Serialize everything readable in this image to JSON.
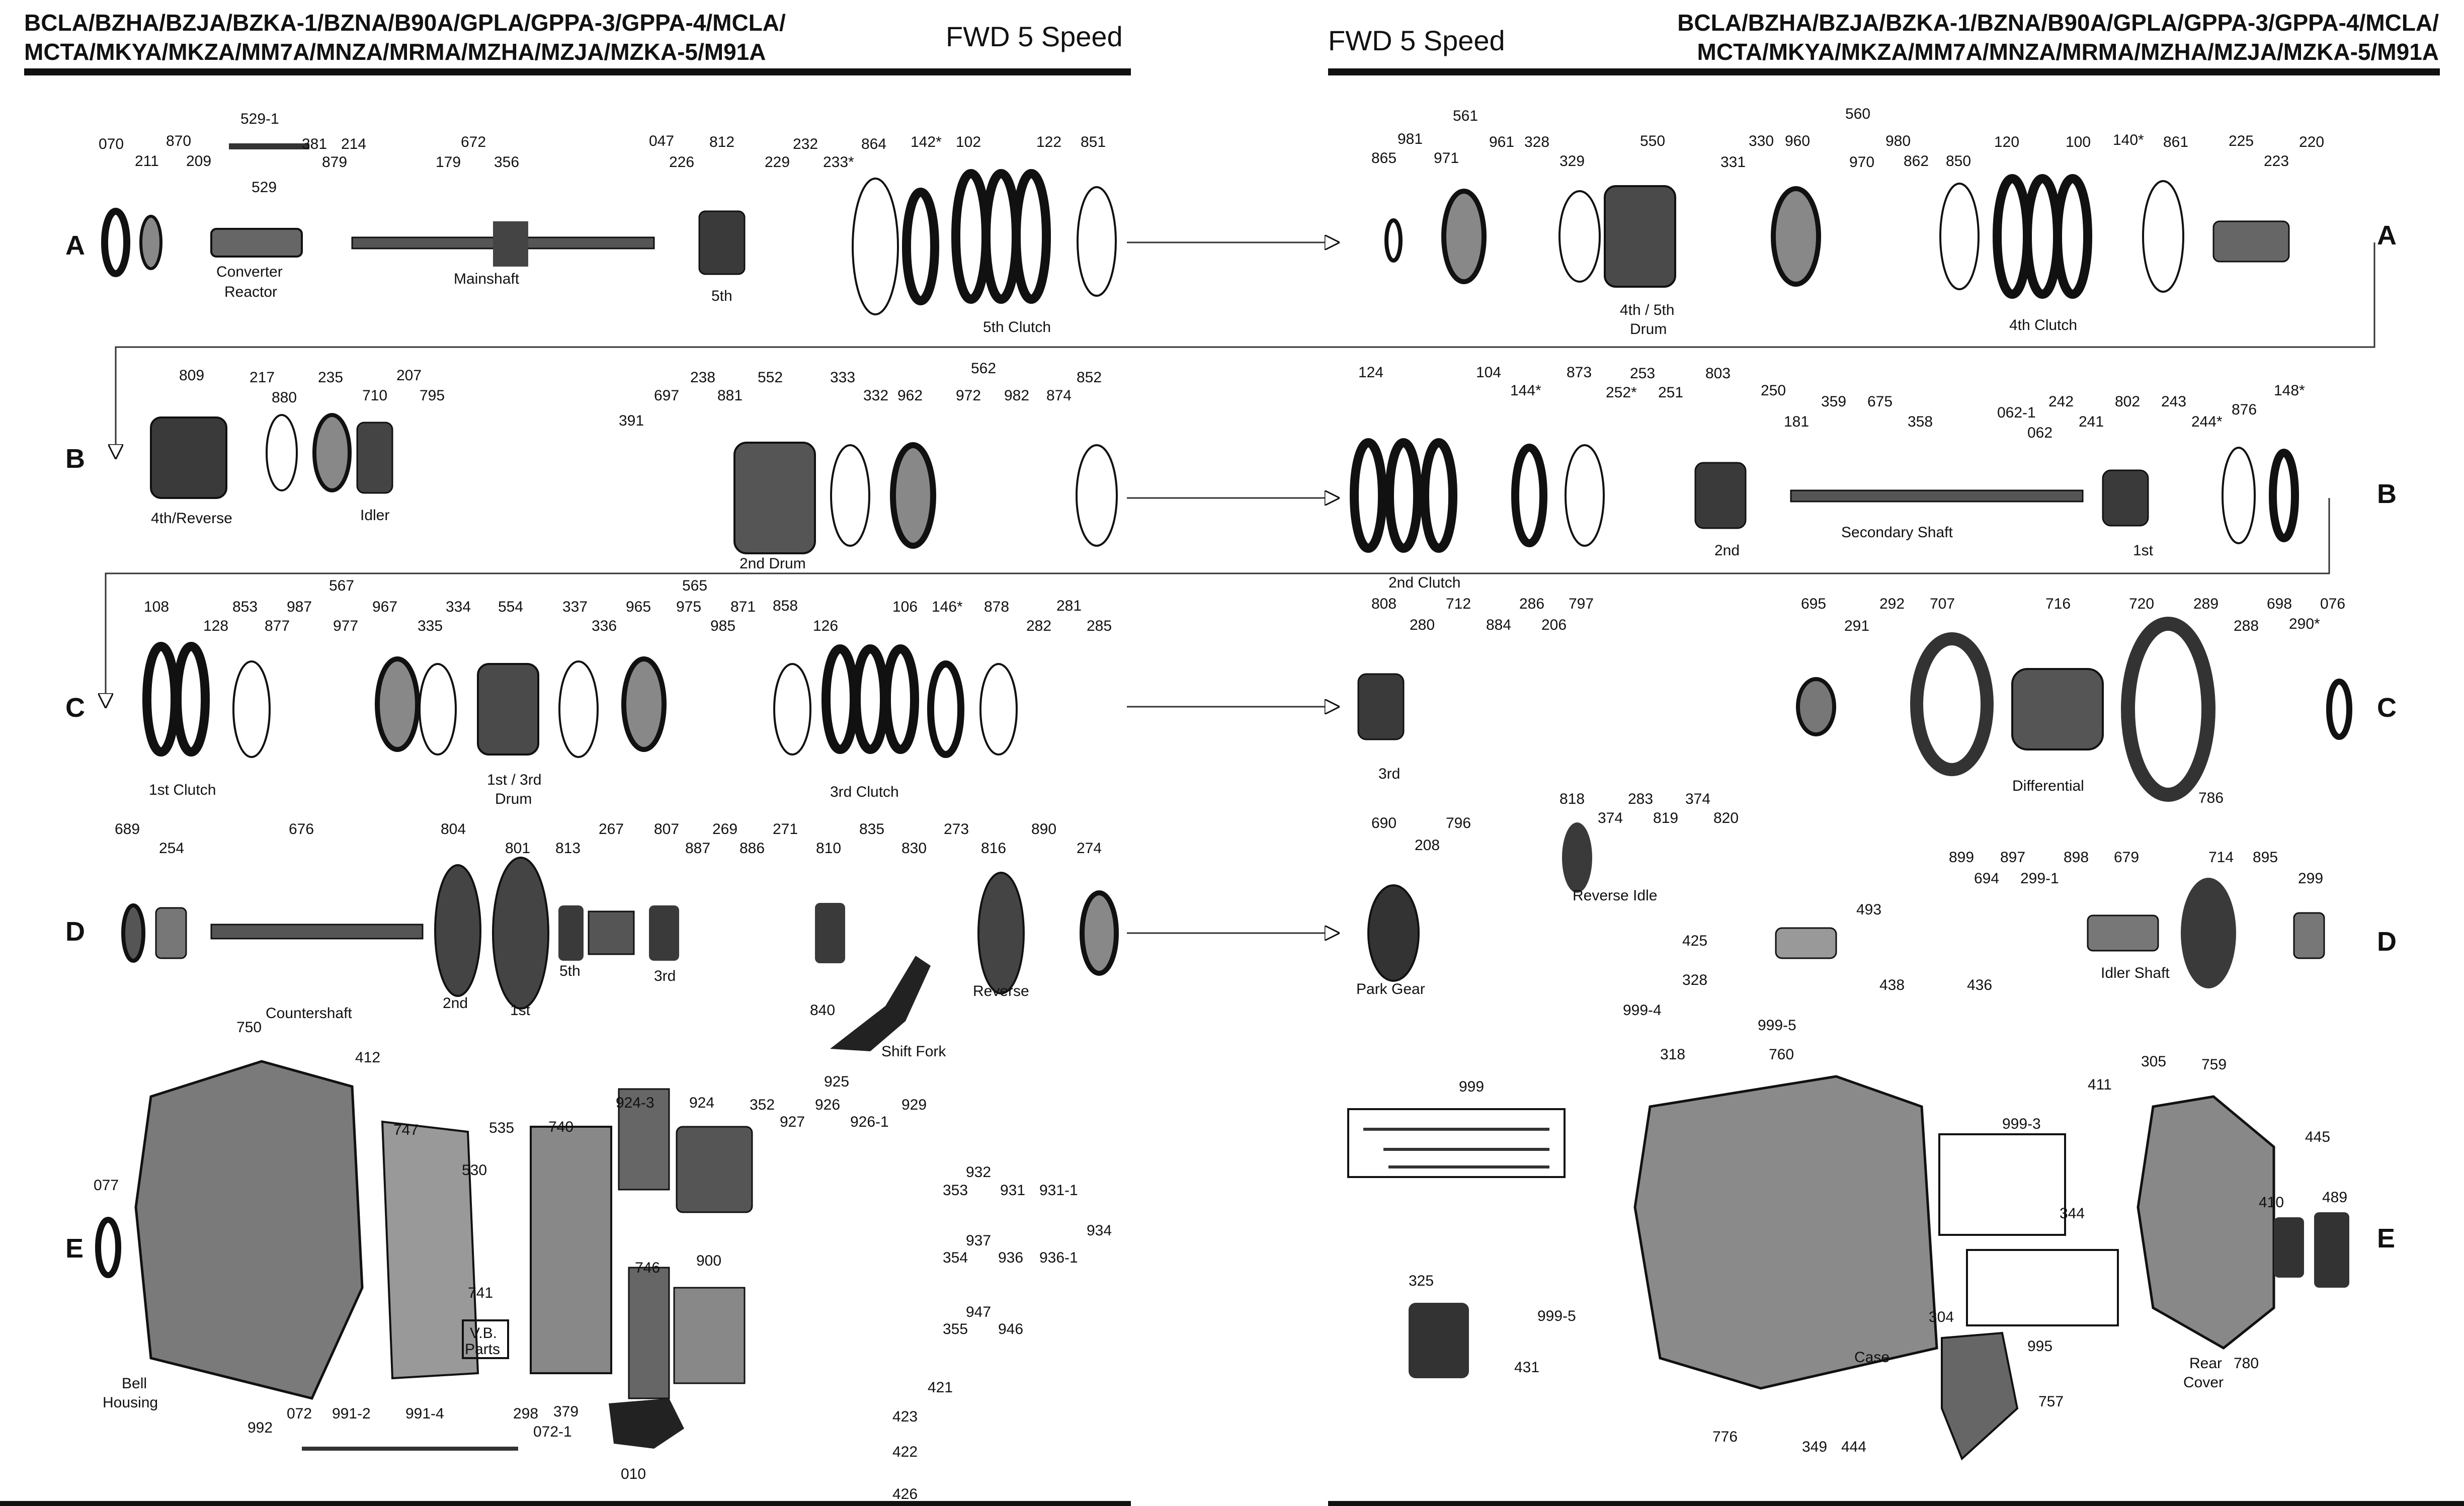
{
  "header": {
    "left_models_line1": "BCLA/BZHA/BZJA/BZKA-1/BZNA/B90A/GPLA/GPPA-3/GPPA-4/MCLA/",
    "left_models_line2": "MCTA/MKYA/MKZA/MM7A/MNZA/MRMA/MZHA/MZJA/MZKA-5/M91A",
    "left_title": "FWD 5 Speed",
    "right_title": "FWD 5 Speed",
    "right_models_line1": "BCLA/BZHA/BZJA/BZKA-1/BZNA/B90A/GPLA/GPPA-3/GPPA-4/MCLA/",
    "right_models_line2": "MCTA/MKYA/MKZA/MM7A/MNZA/MRMA/MZHA/MZJA/MZKA-5/M91A"
  },
  "rows": [
    "A",
    "A",
    "B",
    "B",
    "C",
    "C",
    "D",
    "D",
    "E",
    "E"
  ],
  "part_numbers": [
    "070",
    "211",
    "870",
    "209",
    "529-1",
    "381",
    "879",
    "214",
    "529",
    "672",
    "179",
    "356",
    "047",
    "226",
    "812",
    "229",
    "232",
    "233*",
    "864",
    "142*",
    "102",
    "122",
    "851",
    "561",
    "981",
    "971",
    "865",
    "961",
    "328",
    "329",
    "550",
    "331",
    "330",
    "960",
    "560",
    "970",
    "980",
    "862",
    "850",
    "120",
    "100",
    "140*",
    "861",
    "225",
    "223",
    "220",
    "809",
    "217",
    "880",
    "235",
    "710",
    "207",
    "795",
    "391",
    "697",
    "238",
    "881",
    "552",
    "333",
    "332",
    "962",
    "562",
    "972",
    "982",
    "874",
    "852",
    "124",
    "104",
    "144*",
    "873",
    "252*",
    "253",
    "251",
    "803",
    "250",
    "181",
    "359",
    "675",
    "358",
    "062-1",
    "062",
    "242",
    "241",
    "802",
    "243",
    "244*",
    "876",
    "148*",
    "108",
    "128",
    "853",
    "567",
    "987",
    "877",
    "977",
    "967",
    "335",
    "334",
    "554",
    "337",
    "336",
    "565",
    "965",
    "975",
    "871",
    "985",
    "858",
    "106",
    "126",
    "146*",
    "878",
    "281",
    "282",
    "285",
    "808",
    "280",
    "712",
    "884",
    "286",
    "206",
    "797",
    "695",
    "291",
    "292",
    "707",
    "716",
    "720",
    "289",
    "288",
    "698",
    "290*",
    "076",
    "786",
    "689",
    "254",
    "676",
    "804",
    "801",
    "813",
    "267",
    "807",
    "887",
    "269",
    "886",
    "271",
    "810",
    "835",
    "830",
    "273",
    "816",
    "890",
    "274",
    "840",
    "690",
    "208",
    "796",
    "818",
    "374",
    "283",
    "819",
    "374",
    "820",
    "493",
    "425",
    "328",
    "999-4",
    "999-5",
    "899",
    "694",
    "897",
    "299-1",
    "898",
    "679",
    "714",
    "895",
    "299",
    "438",
    "436",
    "750",
    "412",
    "077",
    "747",
    "535",
    "530",
    "741",
    "740",
    "924-3",
    "924",
    "925",
    "352",
    "927",
    "926",
    "926-1",
    "929",
    "353",
    "932",
    "931",
    "931-1",
    "934",
    "354",
    "937",
    "936",
    "936-1",
    "355",
    "947",
    "946",
    "900",
    "746",
    "421",
    "423",
    "422",
    "426",
    "379",
    "010",
    "992",
    "072",
    "991-2",
    "991-4",
    "298",
    "072-1",
    "999",
    "318",
    "760",
    "411",
    "305",
    "759",
    "445",
    "999-3",
    "344",
    "410",
    "489",
    "995",
    "325",
    "999-5",
    "431",
    "304",
    "757",
    "349",
    "444",
    "776",
    "780"
  ],
  "captions": {
    "converter_reactor_1": "Converter",
    "converter_reactor_2": "Reactor",
    "mainshaft": "Mainshaft",
    "fifth": "5th",
    "fifth_clutch": "5th Clutch",
    "drum_45_1": "4th / 5th",
    "drum_45_2": "Drum",
    "fourth_clutch": "4th Clutch",
    "fourth_reverse": "4th/Reverse",
    "idler": "Idler",
    "second_drum": "2nd Drum",
    "second_clutch": "2nd Clutch",
    "second": "2nd",
    "secondary_shaft": "Secondary Shaft",
    "first": "1st",
    "first_clutch": "1st Clutch",
    "drum_13_1": "1st / 3rd",
    "drum_13_2": "Drum",
    "third_clutch": "3rd Clutch",
    "third": "3rd",
    "differential": "Differential",
    "countershaft": "Countershaft",
    "second_d": "2nd",
    "first_d": "1st",
    "fifth_d": "5th",
    "third_d": "3rd",
    "reverse": "Reverse",
    "shift_fork": "Shift Fork",
    "park_gear": "Park Gear",
    "reverse_idle": "Reverse Idle",
    "idler_shaft": "Idler Shaft",
    "bell_housing_1": "Bell",
    "bell_housing_2": "Housing",
    "vb_parts_1": "V.B.",
    "vb_parts_2": "Parts",
    "case": "Case",
    "rear_cover_1": "Rear",
    "rear_cover_2": "Cover"
  },
  "colors": {
    "ink": "#111111",
    "part_fill": "#2b2b2b",
    "part_light": "#9a9a9a",
    "background": "#ffffff"
  }
}
